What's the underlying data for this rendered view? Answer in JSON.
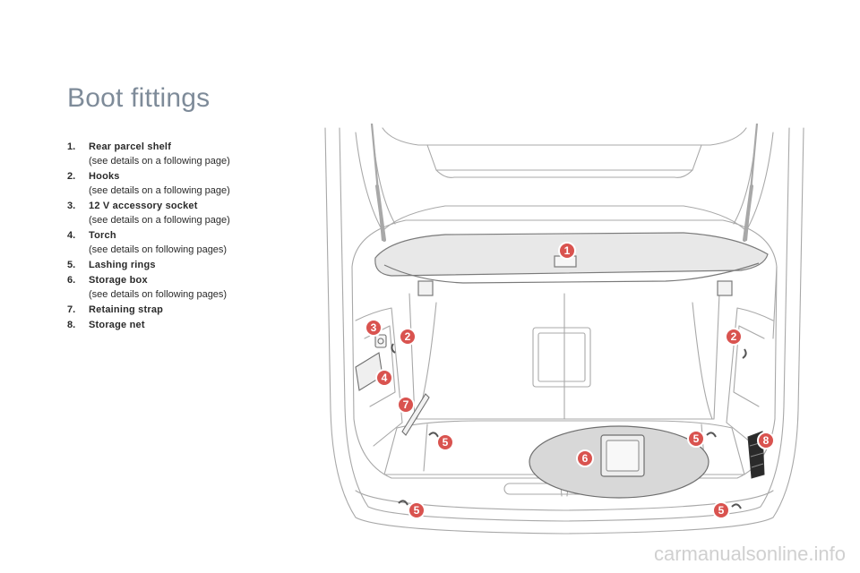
{
  "page": {
    "title": "Boot fittings",
    "watermark": "carmanualsonline.info"
  },
  "legend": [
    {
      "number": "1.",
      "label": "Rear parcel shelf",
      "detail": "(see details on a following page)"
    },
    {
      "number": "2.",
      "label": "Hooks",
      "detail": "(see details on a following page)"
    },
    {
      "number": "3.",
      "label": "12 V accessory socket",
      "detail": "(see details on a following page)"
    },
    {
      "number": "4.",
      "label": "Torch",
      "detail": "(see details on following pages)"
    },
    {
      "number": "5.",
      "label": "Lashing rings",
      "detail": ""
    },
    {
      "number": "6.",
      "label": "Storage box",
      "detail": "(see details on following pages)"
    },
    {
      "number": "7.",
      "label": "Retaining strap",
      "detail": ""
    },
    {
      "number": "8.",
      "label": "Storage net",
      "detail": ""
    }
  ],
  "callouts": {
    "c1": "1",
    "c2a": "2",
    "c2b": "2",
    "c3": "3",
    "c4": "4",
    "c5a": "5",
    "c5b": "5",
    "c5c": "5",
    "c5d": "5",
    "c6": "6",
    "c7": "7",
    "c8": "8"
  },
  "colors": {
    "title": "#7e8b99",
    "callout": "#d9534f",
    "line": "#9a9a9a"
  }
}
